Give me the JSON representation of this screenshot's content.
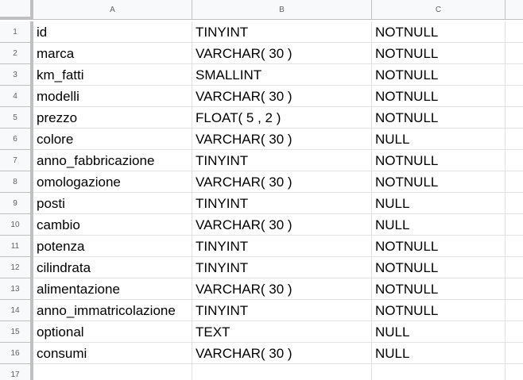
{
  "columns": [
    "A",
    "B",
    "C"
  ],
  "rows": [
    {
      "num": "1",
      "a": "id",
      "b": "TINYINT",
      "c": "NOTNULL"
    },
    {
      "num": "2",
      "a": "marca",
      "b": "VARCHAR( 30 )",
      "c": "NOTNULL"
    },
    {
      "num": "3",
      "a": "km_fatti",
      "b": "SMALLINT",
      "c": "NOTNULL"
    },
    {
      "num": "4",
      "a": "modelli",
      "b": "VARCHAR( 30 )",
      "c": "NOTNULL"
    },
    {
      "num": "5",
      "a": "prezzo",
      "b": "FLOAT( 5 , 2 )",
      "c": "NOTNULL"
    },
    {
      "num": "6",
      "a": "colore",
      "b": "VARCHAR( 30 )",
      "c": "NULL"
    },
    {
      "num": "7",
      "a": "anno_fabbricazione",
      "b": "TINYINT",
      "c": "NOTNULL"
    },
    {
      "num": "8",
      "a": "omologazione",
      "b": "VARCHAR( 30 )",
      "c": "NOTNULL"
    },
    {
      "num": "9",
      "a": "posti",
      "b": "TINYINT",
      "c": "NULL"
    },
    {
      "num": "10",
      "a": "cambio",
      "b": "VARCHAR( 30 )",
      "c": "NULL"
    },
    {
      "num": "11",
      "a": "potenza",
      "b": "TINYINT",
      "c": "NOTNULL"
    },
    {
      "num": "12",
      "a": "cilindrata",
      "b": "TINYINT",
      "c": "NOTNULL"
    },
    {
      "num": "13",
      "a": "alimentazione",
      "b": "VARCHAR( 30 )",
      "c": "NOTNULL"
    },
    {
      "num": "14",
      "a": "anno_immatricolazione",
      "b": "TINYINT",
      "c": "NOTNULL"
    },
    {
      "num": "15",
      "a": "optional",
      "b": "TEXT",
      "c": "NULL"
    },
    {
      "num": "16",
      "a": "consumi",
      "b": "VARCHAR( 30 )",
      "c": "NULL"
    },
    {
      "num": "17",
      "a": "",
      "b": "",
      "c": ""
    }
  ]
}
